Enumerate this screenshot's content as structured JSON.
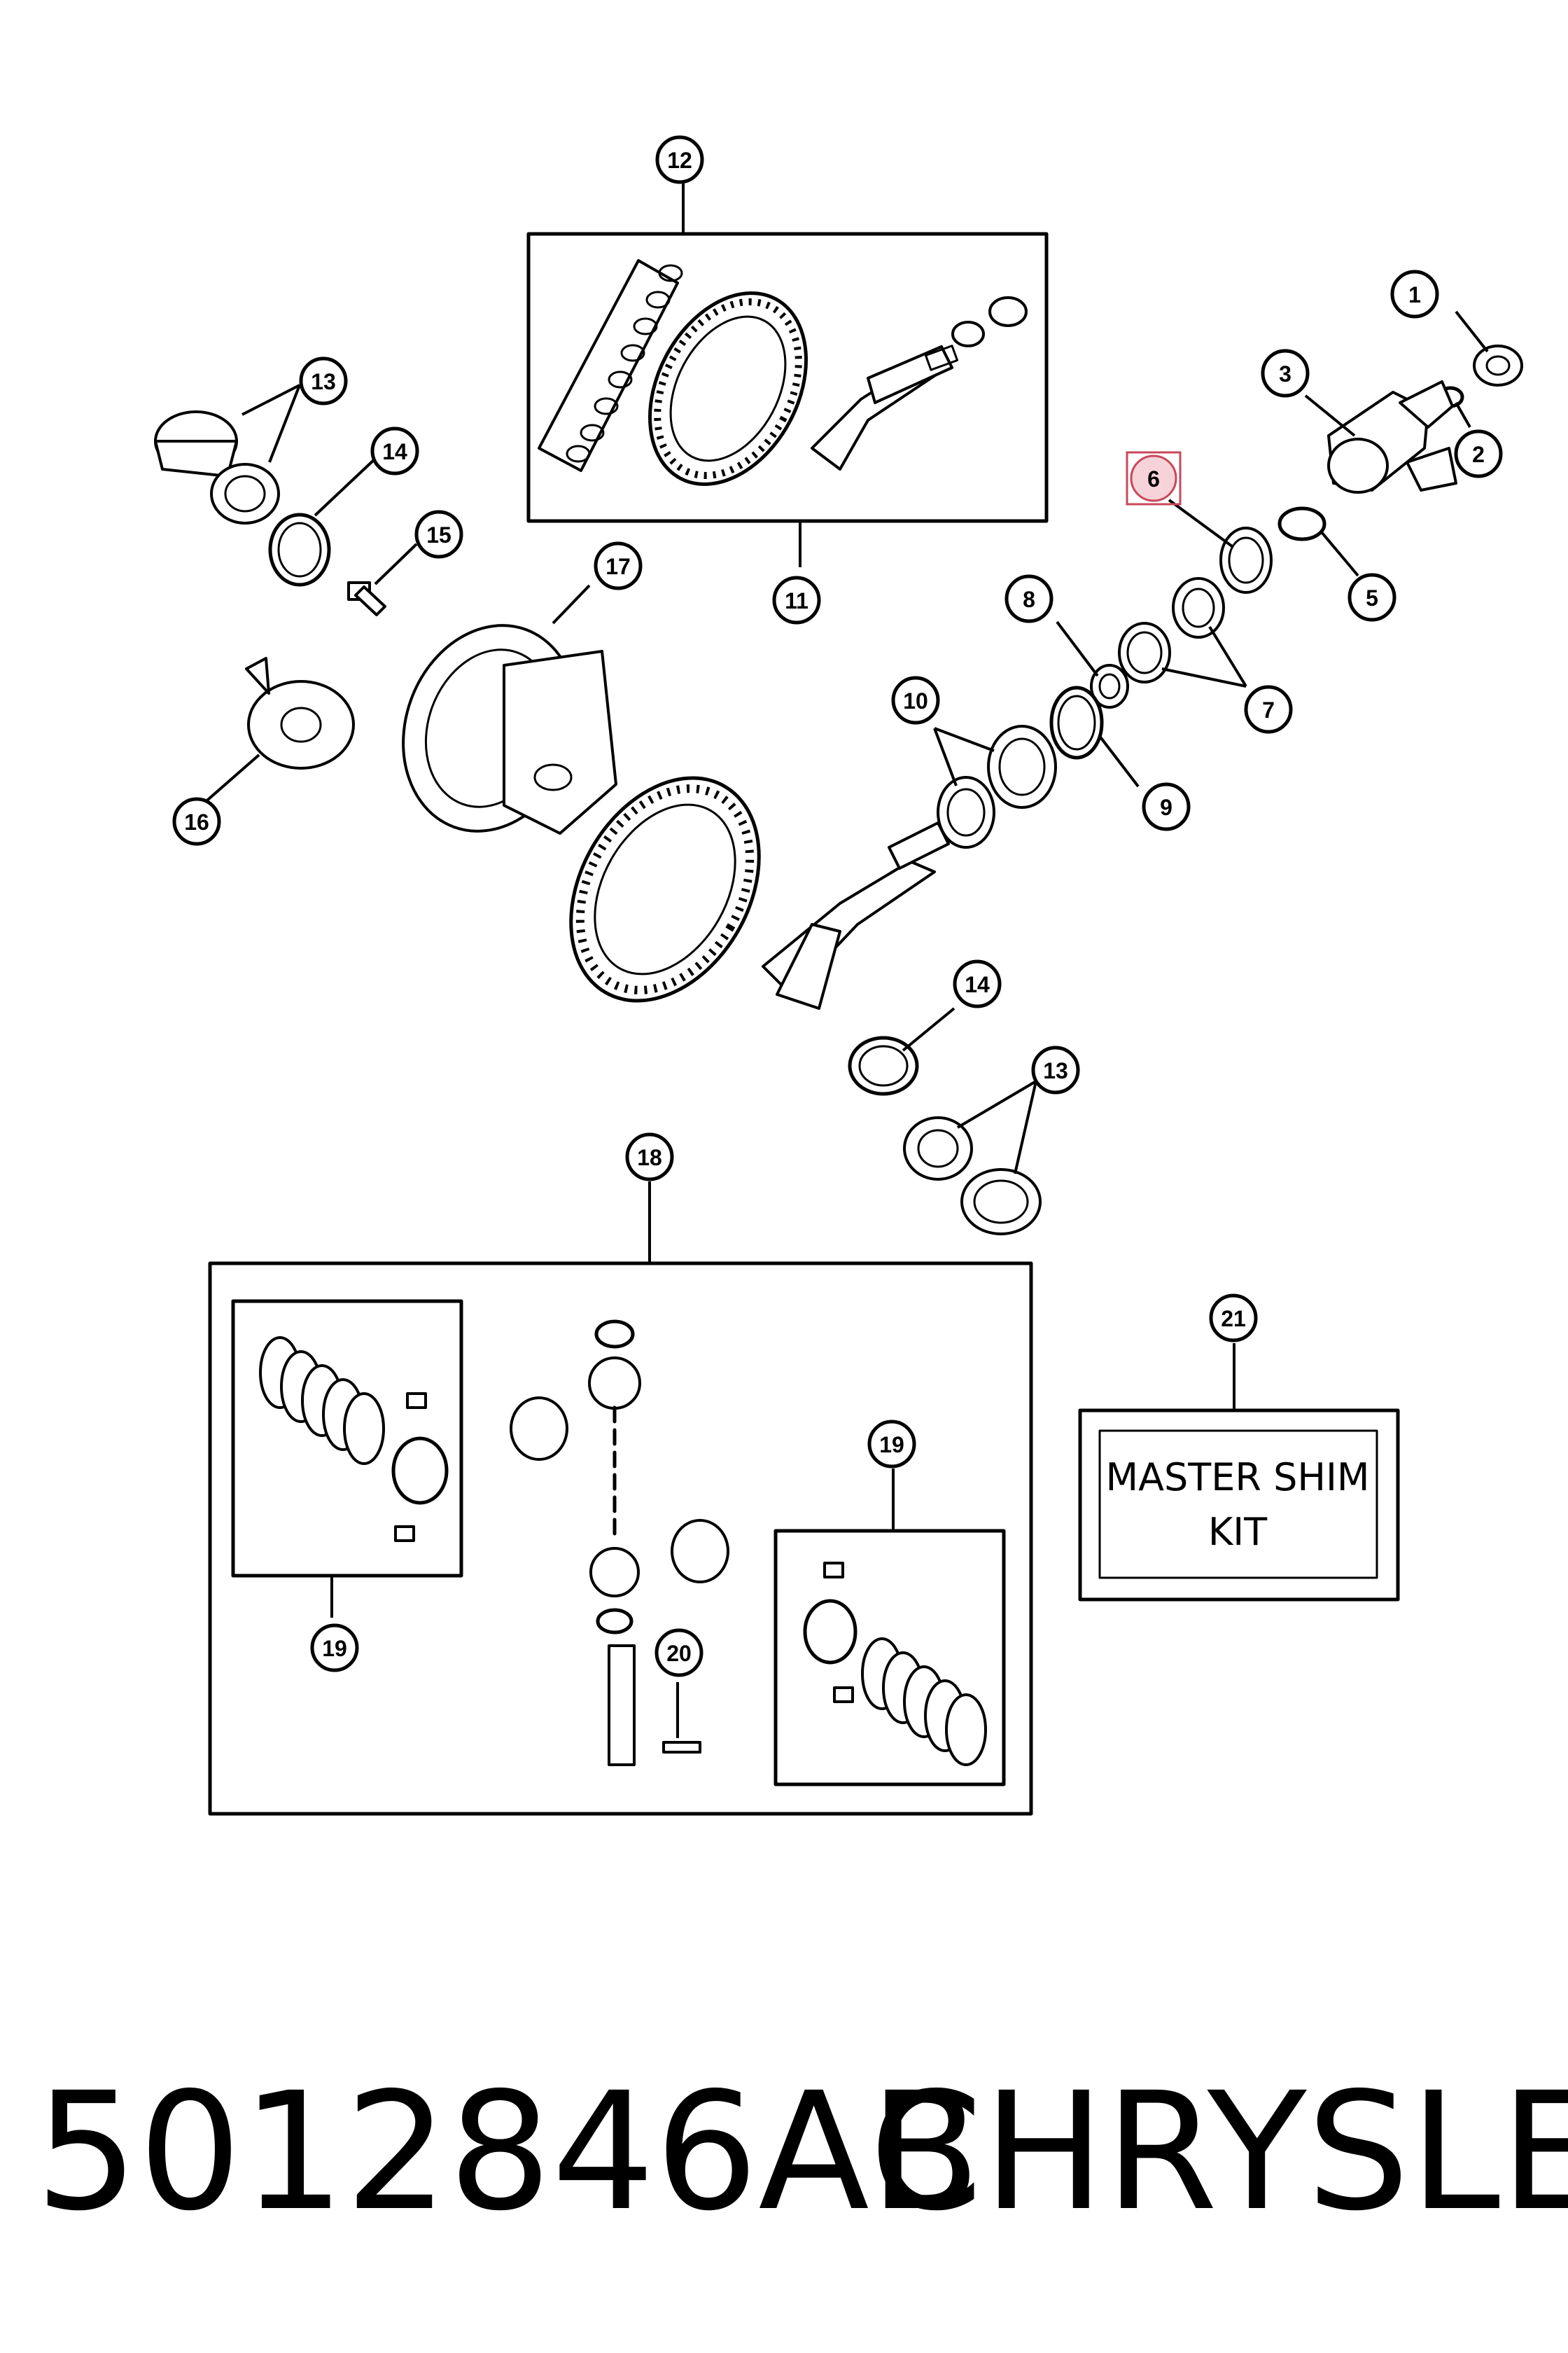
{
  "callouts": [
    {
      "id": "1",
      "label": "1"
    },
    {
      "id": "2",
      "label": "2"
    },
    {
      "id": "3",
      "label": "3"
    },
    {
      "id": "5",
      "label": "5"
    },
    {
      "id": "6",
      "label": "6",
      "highlighted": true
    },
    {
      "id": "7",
      "label": "7"
    },
    {
      "id": "8",
      "label": "8"
    },
    {
      "id": "9",
      "label": "9"
    },
    {
      "id": "10",
      "label": "10"
    },
    {
      "id": "11",
      "label": "11"
    },
    {
      "id": "12",
      "label": "12"
    },
    {
      "id": "13a",
      "label": "13"
    },
    {
      "id": "13b",
      "label": "13"
    },
    {
      "id": "14a",
      "label": "14"
    },
    {
      "id": "14b",
      "label": "14"
    },
    {
      "id": "15",
      "label": "15"
    },
    {
      "id": "16",
      "label": "16"
    },
    {
      "id": "17",
      "label": "17"
    },
    {
      "id": "18",
      "label": "18"
    },
    {
      "id": "19a",
      "label": "19"
    },
    {
      "id": "19b",
      "label": "19"
    },
    {
      "id": "20",
      "label": "20"
    },
    {
      "id": "21",
      "label": "21"
    }
  ],
  "kit_box": {
    "line1": "MASTER  SHIM",
    "line2": "KIT"
  },
  "footer": {
    "part_number": "5012846AB",
    "brand": "CHRYSLER"
  },
  "colors": {
    "line": "#000000",
    "highlight": "#c8485a",
    "highlight_fill": "#f6d3d8"
  }
}
